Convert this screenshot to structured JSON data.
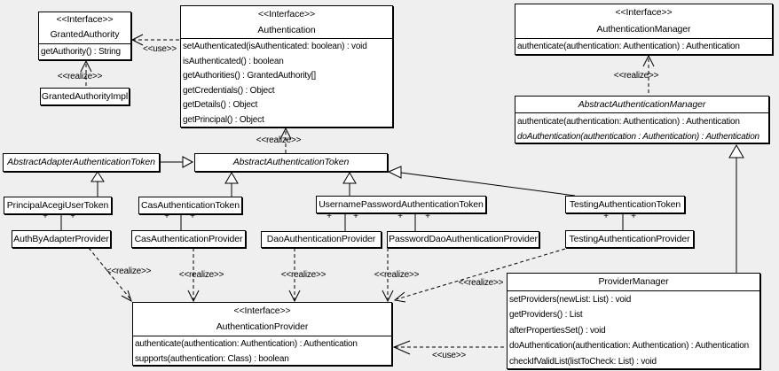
{
  "labels": {
    "use": "<<use>>",
    "realize": "<<realize>>",
    "plus": "+"
  },
  "colors": {
    "background": "#efefef",
    "box_fill": "#ffffff",
    "line_color": "#000000"
  },
  "classes": {
    "granted_authority": {
      "stereotype": "<<Interface>>",
      "name": "GrantedAuthority",
      "methods": [
        "getAuthority() : String"
      ]
    },
    "granted_authority_impl": {
      "name": "GrantedAuthorityImpl"
    },
    "authentication": {
      "stereotype": "<<Interface>>",
      "name": "Authentication",
      "methods": [
        "setAuthenticated(isAuthenticated: boolean) : void",
        "isAuthenticated() : boolean",
        "getAuthorities() : GrantedAuthority[]",
        "getCredentials() : Object",
        "getDetails() : Object",
        "getPrincipal() : Object"
      ]
    },
    "authentication_manager": {
      "stereotype": "<<Interface>>",
      "name": "AuthenticationManager",
      "methods": [
        "authenticate(authentication: Authentication) : Authentication"
      ]
    },
    "abstract_authentication_manager": {
      "name": "AbstractAuthenticationManager",
      "methods": [
        "authenticate(authentication: Authentication) : Authentication",
        "doAuthentication(authentication : Authentication) : Authentication"
      ]
    },
    "abstract_adapter_authentication_token": {
      "name": "AbstractAdapterAuthenticationToken"
    },
    "abstract_authentication_token": {
      "name": "AbstractAuthenticationToken"
    },
    "principal_acegi_user_token": {
      "name": "PrincipalAcegiUserToken"
    },
    "cas_authentication_token": {
      "name": "CasAuthenticationToken"
    },
    "username_password_authentication_token": {
      "name": "UsernamePasswordAuthenticationToken"
    },
    "testing_authentication_token": {
      "name": "TestingAuthenticationToken"
    },
    "auth_by_adapter_provider": {
      "name": "AuthByAdapterProvider"
    },
    "cas_authentication_provider": {
      "name": "CasAuthenticationProvider"
    },
    "dao_authentication_provider": {
      "name": "DaoAuthenticationProvider"
    },
    "password_dao_authentication_provider": {
      "name": "PasswordDaoAuthenticationProvider"
    },
    "testing_authentication_provider": {
      "name": "TestingAuthenticationProvider"
    },
    "authentication_provider": {
      "stereotype": "<<Interface>>",
      "name": "AuthenticationProvider",
      "methods": [
        "authenticate(authentication: Authentication) : Authentication",
        "supports(authentication: Class) : boolean"
      ]
    },
    "provider_manager": {
      "name": "ProviderManager",
      "methods": [
        "setProviders(newList: List) : void",
        "getProviders() : List",
        "afterPropertiesSet() : void",
        "doAuthentication(authentication: Authentication) : Authentication",
        "checkIfValidList(listToCheck: List) : void"
      ]
    }
  },
  "relationships": [
    {
      "from": "Authentication",
      "to": "GrantedAuthority",
      "type": "use",
      "label": "<<use>>"
    },
    {
      "from": "GrantedAuthorityImpl",
      "to": "GrantedAuthority",
      "type": "realize",
      "label": "<<realize>>"
    },
    {
      "from": "AbstractAuthenticationToken",
      "to": "Authentication",
      "type": "realize",
      "label": "<<realize>>"
    },
    {
      "from": "AbstractAuthenticationManager",
      "to": "AuthenticationManager",
      "type": "realize",
      "label": "<<realize>>"
    },
    {
      "from": "AbstractAdapterAuthenticationToken",
      "to": "AbstractAuthenticationToken",
      "type": "generalization"
    },
    {
      "from": "PrincipalAcegiUserToken",
      "to": "AbstractAdapterAuthenticationToken",
      "type": "generalization"
    },
    {
      "from": "CasAuthenticationToken",
      "to": "AbstractAuthenticationToken",
      "type": "generalization"
    },
    {
      "from": "UsernamePasswordAuthenticationToken",
      "to": "AbstractAuthenticationToken",
      "type": "generalization"
    },
    {
      "from": "TestingAuthenticationToken",
      "to": "AbstractAuthenticationToken",
      "type": "generalization"
    },
    {
      "from": "ProviderManager",
      "to": "AbstractAuthenticationManager",
      "type": "generalization"
    },
    {
      "from": "PrincipalAcegiUserToken",
      "to": "AuthByAdapterProvider",
      "type": "association",
      "multiplicity": [
        "+",
        "+"
      ]
    },
    {
      "from": "CasAuthenticationToken",
      "to": "CasAuthenticationProvider",
      "type": "association",
      "multiplicity": [
        "+",
        "+"
      ]
    },
    {
      "from": "UsernamePasswordAuthenticationToken",
      "to": "DaoAuthenticationProvider",
      "type": "association",
      "multiplicity": [
        "+",
        "+"
      ]
    },
    {
      "from": "UsernamePasswordAuthenticationToken",
      "to": "PasswordDaoAuthenticationProvider",
      "type": "association",
      "multiplicity": [
        "+",
        "+"
      ]
    },
    {
      "from": "TestingAuthenticationToken",
      "to": "TestingAuthenticationProvider",
      "type": "association",
      "multiplicity": [
        "+",
        "+"
      ]
    },
    {
      "from": "AuthByAdapterProvider",
      "to": "AuthenticationProvider",
      "type": "realize",
      "label": "<<realize>>"
    },
    {
      "from": "CasAuthenticationProvider",
      "to": "AuthenticationProvider",
      "type": "realize",
      "label": "<<realize>>"
    },
    {
      "from": "DaoAuthenticationProvider",
      "to": "AuthenticationProvider",
      "type": "realize",
      "label": "<<realize>>"
    },
    {
      "from": "PasswordDaoAuthenticationProvider",
      "to": "AuthenticationProvider",
      "type": "realize",
      "label": "<<realize>>"
    },
    {
      "from": "TestingAuthenticationProvider",
      "to": "AuthenticationProvider",
      "type": "realize",
      "label": "<<realize>>"
    },
    {
      "from": "ProviderManager",
      "to": "AuthenticationProvider",
      "type": "use",
      "label": "<<use>>"
    }
  ]
}
